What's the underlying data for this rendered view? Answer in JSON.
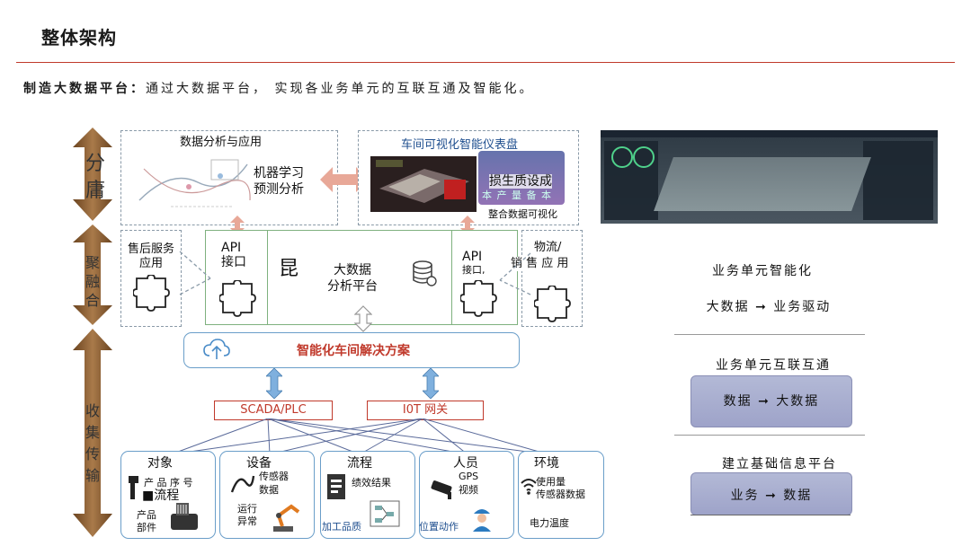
{
  "header": {
    "title": "整体架构",
    "subtitle_bold": "制造大数据平台：",
    "subtitle_rest": "通过大数据平台， 实现各业务单元的互联互通及智能化。"
  },
  "layers": {
    "top": "分\n庸",
    "middle": "聚\n融\n合",
    "bottom": "收\n集\n传\n输"
  },
  "top": {
    "analysis_title": "数据分析与应用",
    "ml_line1": "机器学习",
    "ml_line2": "预测分析",
    "dashboard_title": "车间可视化智能仪表盘",
    "dashboard_big": "损生质设成",
    "dashboard_small": "本 产 量 备 本",
    "dashboard_caption": "整合数据可视化"
  },
  "middle": {
    "after_sales_1": "售后服务",
    "after_sales_2": "应用",
    "api_left_1": "API",
    "api_left_2": "接口",
    "symbol": "昆",
    "bigdata_1": "大数据",
    "bigdata_2": "分析平台",
    "api_right_1": "API",
    "api_right_2": "接口,",
    "logistics_1": "物流/",
    "logistics_2": "销 售 应 用"
  },
  "solution": "智能化车间解决方案",
  "protocols": {
    "scada": "SCADA/PLC",
    "iot": "I0T 网关"
  },
  "sources": {
    "object": {
      "title": "对象",
      "a": "产 品 序 号",
      "b": "■流程",
      "c": "产品",
      "d": "部件"
    },
    "device": {
      "title": "设备",
      "a": "传感器",
      "b": "数据",
      "c": "运行",
      "d": "异常"
    },
    "process": {
      "title": "流程",
      "a": "绩效结果",
      "b": "加工品质"
    },
    "person": {
      "title": "人员",
      "a": "GPS",
      "b": "视频",
      "c": "位置动作"
    },
    "env": {
      "title": "环境",
      "a": "使用量",
      "b": "传感器数据",
      "c": "电力温度"
    }
  },
  "right": {
    "s1_title": "业务单元智能化",
    "s1_body": "大数据 ➞ 业务驱动",
    "s2_title": "业务单元互联互通",
    "s2_body": "数据 ➞ 大数据",
    "s3_title": "建立基础信息平台",
    "s3_body": "业务 ➞ 数据"
  },
  "colors": {
    "accent_red": "#c0392b",
    "solution_blue": "#6a9ec9",
    "pill": "#a4a9cd",
    "arrow_brown": "#8b5a2b",
    "arrow_pink": "#e8a898"
  }
}
